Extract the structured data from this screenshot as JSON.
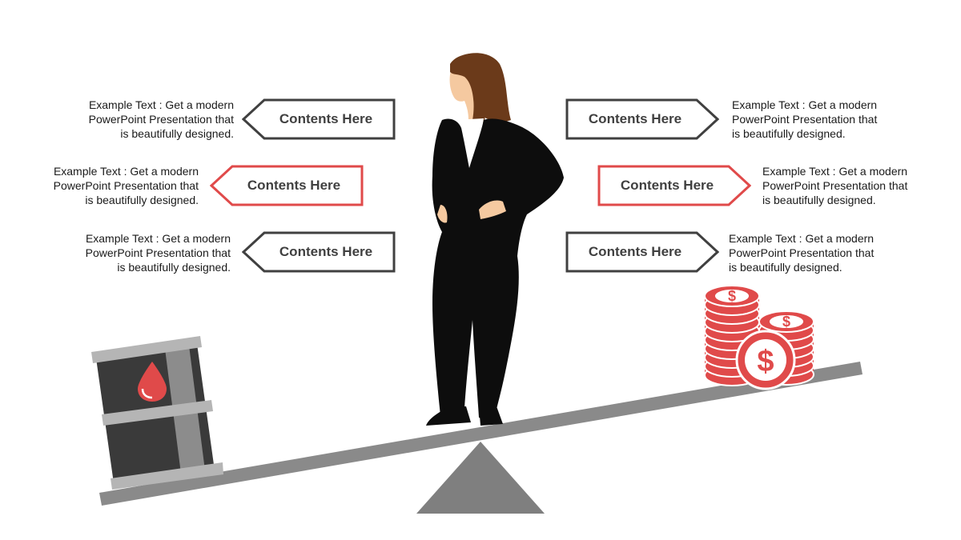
{
  "colors": {
    "dark_outline": "#404040",
    "accent_red": "#e04a4a",
    "beam_gray": "#8a8a8a",
    "suit_black": "#0d0d0d",
    "hair_brown": "#6b3a1a",
    "skin": "#f5c9a0"
  },
  "left_items": [
    {
      "label": "Contents Here",
      "style": "dark",
      "text": "Example Text : Get a modern\nPowerPoint  Presentation that\nis beautifully designed."
    },
    {
      "label": "Contents Here",
      "style": "red",
      "text": "Example Text : Get a modern\nPowerPoint  Presentation that\nis beautifully designed."
    },
    {
      "label": "Contents Here",
      "style": "dark",
      "text": "Example Text : Get a modern\nPowerPoint  Presentation that\nis beautifully designed."
    }
  ],
  "right_items": [
    {
      "label": "Contents Here",
      "style": "dark",
      "text": "Example Text : Get a modern\nPowerPoint  Presentation that\nis beautifully designed."
    },
    {
      "label": "Contents Here",
      "style": "red",
      "text": "Example Text : Get a modern\nPowerPoint  Presentation that\nis beautifully designed."
    },
    {
      "label": "Contents Here",
      "style": "dark",
      "text": "Example Text : Get a modern\nPowerPoint  Presentation that\nis beautifully designed."
    }
  ],
  "icons": {
    "barrel": "oil-barrel-icon",
    "drop": "oil-drop-icon",
    "coins": "dollar-coins-icon",
    "figure": "businesswoman-figure",
    "seesaw": "seesaw-balance"
  },
  "coin_symbol": "$"
}
